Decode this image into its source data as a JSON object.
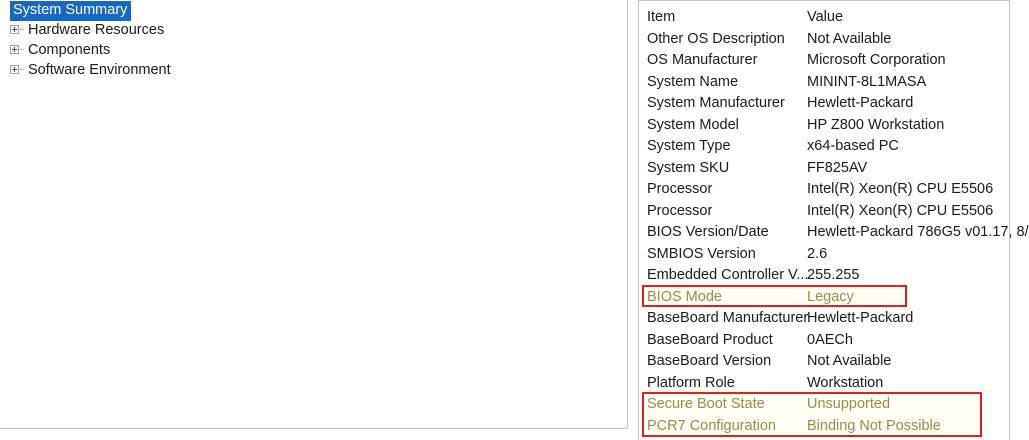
{
  "tree": {
    "selected_item": "System Summary",
    "items": [
      {
        "label": "System Summary",
        "expandable": false,
        "selected": true
      },
      {
        "label": "Hardware Resources",
        "expandable": true,
        "selected": false
      },
      {
        "label": "Components",
        "expandable": true,
        "selected": false
      },
      {
        "label": "Software Environment",
        "expandable": true,
        "selected": false
      }
    ]
  },
  "details": {
    "columns": {
      "item": "Item",
      "value": "Value"
    },
    "rows": [
      {
        "item": "Other OS Description",
        "value": "Not Available",
        "flagged": false
      },
      {
        "item": "OS Manufacturer",
        "value": "Microsoft Corporation",
        "flagged": false
      },
      {
        "item": "System Name",
        "value": "MININT-8L1MASA",
        "flagged": false
      },
      {
        "item": "System Manufacturer",
        "value": "Hewlett-Packard",
        "flagged": false
      },
      {
        "item": "System Model",
        "value": "HP Z800 Workstation",
        "flagged": false
      },
      {
        "item": "System Type",
        "value": "x64-based PC",
        "flagged": false
      },
      {
        "item": "System SKU",
        "value": "FF825AV",
        "flagged": false
      },
      {
        "item": "Processor",
        "value": "Intel(R) Xeon(R) CPU            E5506",
        "flagged": false
      },
      {
        "item": "Processor",
        "value": "Intel(R) Xeon(R) CPU            E5506",
        "flagged": false
      },
      {
        "item": "BIOS Version/Date",
        "value": "Hewlett-Packard 786G5 v01.17, 8/",
        "flagged": false
      },
      {
        "item": "SMBIOS Version",
        "value": "2.6",
        "flagged": false
      },
      {
        "item": "Embedded Controller V...",
        "value": "255.255",
        "flagged": false
      },
      {
        "item": "BIOS Mode",
        "value": "Legacy",
        "flagged": true
      },
      {
        "item": "BaseBoard Manufacturer",
        "value": "Hewlett-Packard",
        "flagged": false
      },
      {
        "item": "BaseBoard Product",
        "value": "0AECh",
        "flagged": false
      },
      {
        "item": "BaseBoard Version",
        "value": "Not Available",
        "flagged": false
      },
      {
        "item": "Platform Role",
        "value": "Workstation",
        "flagged": false
      },
      {
        "item": "Secure Boot State",
        "value": "Unsupported",
        "flagged": true
      },
      {
        "item": "PCR7 Configuration",
        "value": "Binding Not Possible",
        "flagged": true
      }
    ]
  },
  "annotations": {
    "highlight_color": "#e02020",
    "boxes": [
      {
        "name": "bios-mode-highlight",
        "rows": [
          "BIOS Mode"
        ]
      },
      {
        "name": "secure-boot-highlight",
        "rows": [
          "Secure Boot State",
          "PCR7 Configuration"
        ]
      }
    ]
  },
  "theme": {
    "selection_color": "#1668c2",
    "selection_text_color": "#ffffff",
    "border_color": "#c6c6c0",
    "text_color": "#1b1b1b",
    "flagged_text_color": "#6b5a1e"
  }
}
